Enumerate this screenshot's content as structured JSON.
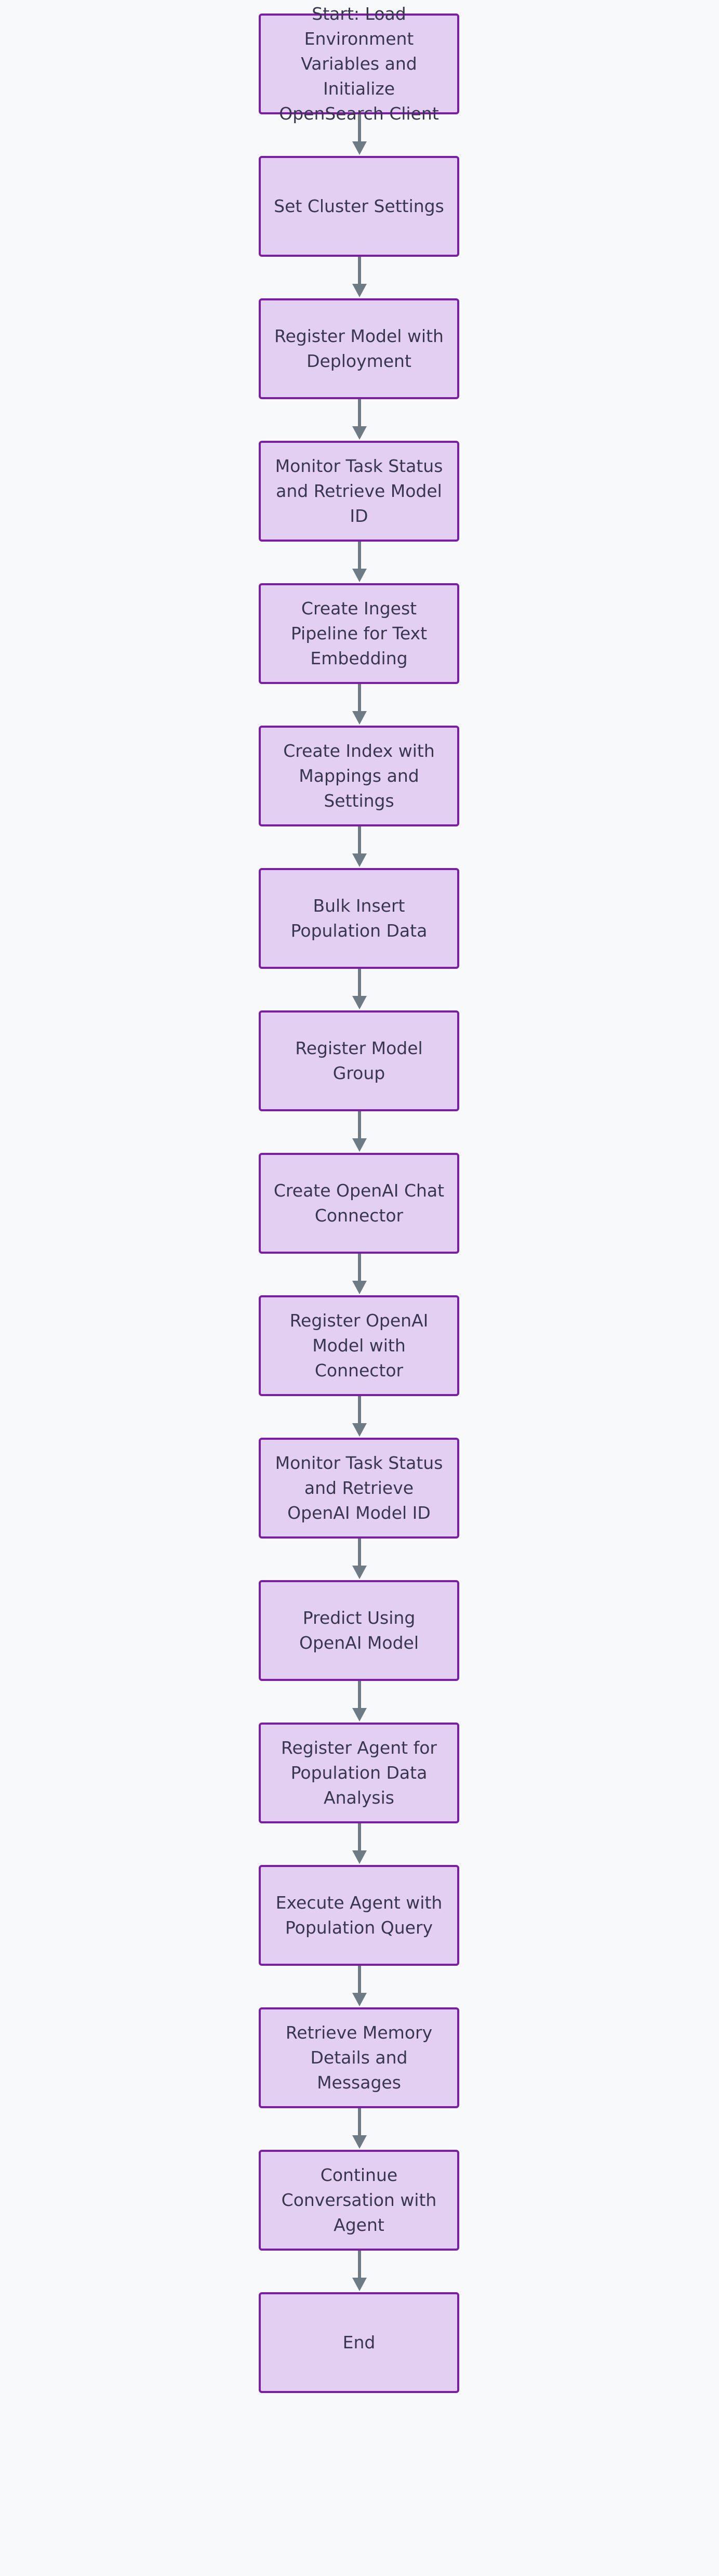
{
  "diagram": {
    "steps": [
      "Start: Load Environment Variables and Initialize OpenSearch Client",
      "Set Cluster Settings",
      "Register Model with Deployment",
      "Monitor Task Status and Retrieve Model ID",
      "Create Ingest Pipeline for Text Embedding",
      "Create Index with Mappings and Settings",
      "Bulk Insert Population Data",
      "Register Model Group",
      "Create OpenAI Chat Connector",
      "Register OpenAI Model with Connector",
      "Monitor Task Status and Retrieve OpenAI Model ID",
      "Predict Using OpenAI Model",
      "Register Agent for Population Data Analysis",
      "Execute Agent with Population Query",
      "Retrieve Memory Details and Messages",
      "Continue Conversation with Agent",
      "End"
    ],
    "colors": {
      "node_fill": "#e3cff2",
      "node_border": "#7b1fa2",
      "node_text": "#3a3650",
      "arrow": "#6e7b85",
      "background": "#f8f9fa"
    }
  }
}
